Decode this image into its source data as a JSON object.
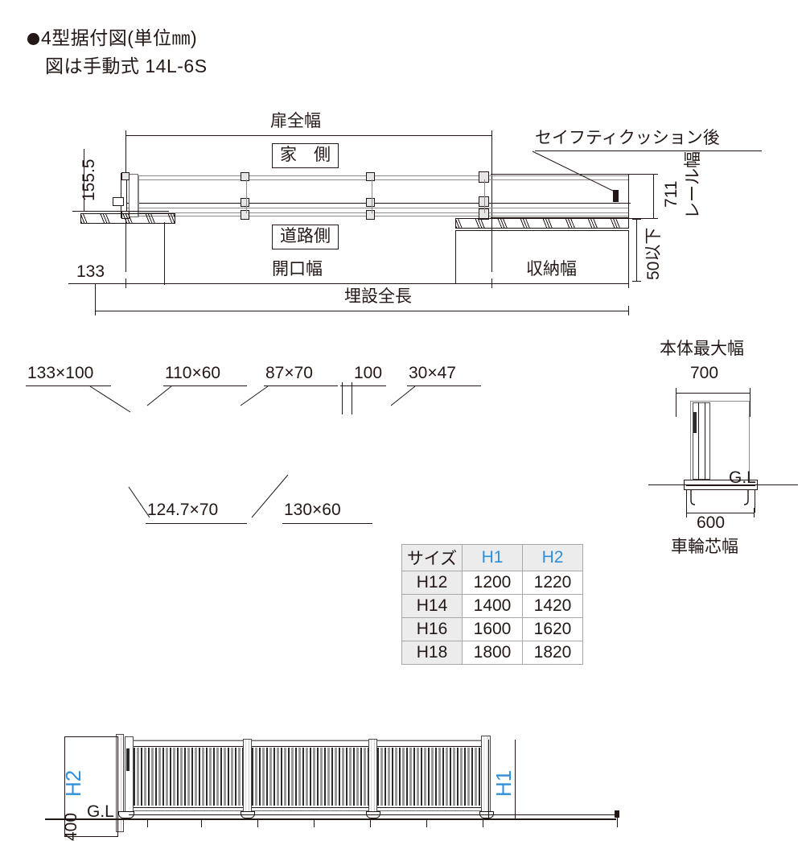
{
  "title": {
    "main": "4型据付図(単位㎜)",
    "sub": "図は手動式 14L-6S",
    "bullet_icon": "filled-circle-bullet"
  },
  "top_view": {
    "name": "plan-view",
    "dimensions": {
      "door_total_width": "扉全幅",
      "opening_width": "開口幅",
      "storage_width": "収納幅",
      "buried_total_length": "埋設全長",
      "offset_155_5": "155.5",
      "offset_133": "133",
      "rail_height_711": "711",
      "rail_width_label": "レール幅",
      "clearance_50": "50以下"
    },
    "labels": {
      "house_side": "家　側",
      "road_side": "道路側",
      "safety_cushion": "セイフティクッション後"
    }
  },
  "front_view": {
    "name": "elevation-view",
    "callouts": [
      "133×100",
      "110×60",
      "87×70",
      "100",
      "30×47",
      "124.7×70",
      "130×60"
    ],
    "height_labels": {
      "h2": "H2",
      "h1": "H1",
      "depth_400": "400",
      "ground_line": "G.L"
    }
  },
  "side_view": {
    "name": "side-section-view",
    "body_max_width_label": "本体最大幅",
    "body_max_width_value": "700",
    "wheel_center_width_label": "車輪芯幅",
    "wheel_center_width_value": "600",
    "ground_line": "G.L"
  },
  "size_table": {
    "name": "size-specification-table",
    "headers": [
      "サイズ",
      "H1",
      "H2"
    ],
    "rows": [
      [
        "H12",
        "1200",
        "1220"
      ],
      [
        "H14",
        "1400",
        "1420"
      ],
      [
        "H16",
        "1600",
        "1620"
      ],
      [
        "H18",
        "1800",
        "1820"
      ]
    ]
  },
  "colors": {
    "ink": "#231815",
    "accent_blue": "#2f8fd8",
    "table_header_bg": "#ececec",
    "table_border": "#a8a8a8"
  }
}
